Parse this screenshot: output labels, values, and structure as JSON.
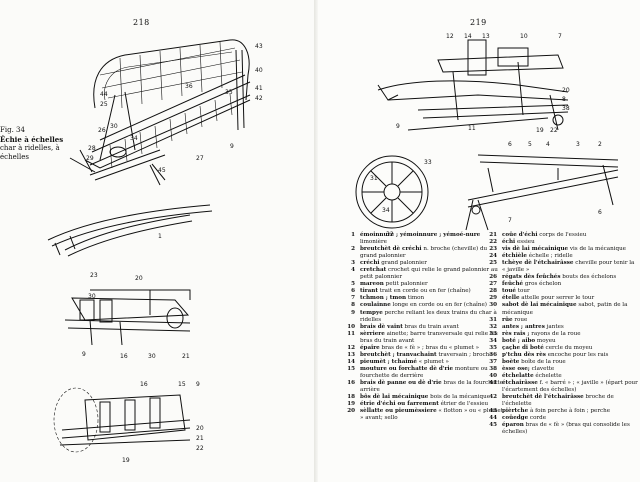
{
  "left_page": {
    "page_number": "218",
    "caption": {
      "fig": "Fig. 34",
      "title": "Échie à échelles",
      "subtitle": "char à ridelles, à échelles"
    },
    "fig_a_labels": [
      "43",
      "44",
      "40",
      "41",
      "36",
      "25",
      "42",
      "26",
      "27",
      "28",
      "29",
      "45",
      "9",
      "35",
      "34",
      "30"
    ],
    "fig_b_label": "1",
    "fig_c_labels": [
      "23",
      "20",
      "30",
      "9",
      "16",
      "30",
      "21"
    ],
    "fig_d_labels": [
      "16",
      "15",
      "9",
      "20",
      "21",
      "22",
      "19"
    ]
  },
  "right_page": {
    "page_number": "219",
    "fig_a_labels": [
      "12",
      "14",
      "13",
      "10",
      "7",
      "20",
      "19",
      "22",
      "38",
      "8",
      "9",
      "11"
    ],
    "wheel_labels": [
      "33",
      "31",
      "34",
      "32"
    ],
    "fig_c_labels": [
      "6",
      "5",
      "4",
      "3",
      "2",
      "7",
      "6"
    ],
    "glossary_col1": [
      {
        "n": "1",
        "head": "émoinnure ; yémoinnure ; yémoé-nure",
        "rest": " limonière"
      },
      {
        "n": "2",
        "head": "breutchèt dè créchi",
        "rest": " n. broche (cheville) du grand palonnier"
      },
      {
        "n": "3",
        "head": "créchi",
        "rest": " grand palonnier"
      },
      {
        "n": "4",
        "head": "cretchat",
        "rest": " crochet qui relie le grand palonnier au petit palonnier"
      },
      {
        "n": "5",
        "head": "mareon",
        "rest": " petit palonnier"
      },
      {
        "n": "6",
        "head": "tirant",
        "rest": " trait en corde ou en fer (chaîne)"
      },
      {
        "n": "7",
        "head": "tchmon ; tmon",
        "rest": " timon"
      },
      {
        "n": "8",
        "head": "coulainne",
        "rest": " longe en corde ou en fer (chaîne)"
      },
      {
        "n": "9",
        "head": "tempye",
        "rest": " perche reliant les deux trains du char à ridelles"
      },
      {
        "n": "10",
        "head": "brais dè vaint",
        "rest": " bras du train avant"
      },
      {
        "n": "11",
        "head": "sèrriere",
        "rest": " ainette; barre transversale qui relie les bras du train avant"
      },
      {
        "n": "12",
        "head": "épaîre",
        "rest": " bras de « fè » ; bras du « plumet »"
      },
      {
        "n": "13",
        "head": "breutchèt ; tranvachaint",
        "rest": " traversain ; broche"
      },
      {
        "n": "14",
        "head": "pieumèt ; tchaimé",
        "rest": " « plumet »"
      },
      {
        "n": "15",
        "head": "mouture ou forchatte dè d'rie",
        "rest": " monture ou fourchette de derrière"
      },
      {
        "n": "16",
        "head": "brais dè panne ou dè d'rie",
        "rest": " bras de la fourchette arrière"
      },
      {
        "n": "18",
        "head": "bôs dè lai mécainique",
        "rest": " bois de la mécanique"
      },
      {
        "n": "19",
        "head": "étrie d'échi ou farrement",
        "rest": " étrier de l'essieu"
      },
      {
        "n": "20",
        "head": "sèllatte ou pieumèssiere",
        "rest": " « flotton » ou « plumet » avant; sello"
      }
    ],
    "glossary_col2": [
      {
        "n": "21",
        "head": "coûe d'échi",
        "rest": " corps de l'essieu"
      },
      {
        "n": "22",
        "head": "échi",
        "rest": " essieu"
      },
      {
        "n": "23",
        "head": "vis dè lai mécainique",
        "rest": " vis de la mécanique"
      },
      {
        "n": "24",
        "head": "étchièle",
        "rest": " échelle ; ridelle"
      },
      {
        "n": "25",
        "head": "tchèye dè l'étchairâsse",
        "rest": " cheville pour tenir la « javille »"
      },
      {
        "n": "26",
        "head": "régats dès feûchés",
        "rest": " bouts des échelons"
      },
      {
        "n": "27",
        "head": "feûché",
        "rest": " gros échelon"
      },
      {
        "n": "28",
        "head": "toué",
        "rest": " tour"
      },
      {
        "n": "29",
        "head": "ételle",
        "rest": " attelle pour serrer le tour"
      },
      {
        "n": "30",
        "head": "sabot dè lai mécainique",
        "rest": " sabot, patin de la mécanique"
      },
      {
        "n": "31",
        "head": "rûe",
        "rest": " roue"
      },
      {
        "n": "32",
        "head": "antes ; antres",
        "rest": " jantes"
      },
      {
        "n": "33",
        "head": "rès rais ;",
        "rest": " rayons de la roue"
      },
      {
        "n": "34",
        "head": "boté ; aibo",
        "rest": " moyeu"
      },
      {
        "n": "35",
        "head": "çaçhe di boté",
        "rest": " cercle du moyeu"
      },
      {
        "n": "36",
        "head": "p'tchu dès rès",
        "rest": " encoche pour les rais"
      },
      {
        "n": "37",
        "head": "boète",
        "rest": " boîte de la roue"
      },
      {
        "n": "38",
        "head": "èsse ose;",
        "rest": " clavette"
      },
      {
        "n": "40",
        "head": "étchelatte",
        "rest": " échelette"
      },
      {
        "n": "41",
        "head": "étchairâsse",
        "rest": " f. « barré » ; « javille » (épart pour l'écartement des échelles)"
      },
      {
        "n": "42",
        "head": "breutchèt dè l'étchairâsse",
        "rest": " broche de l'échelette"
      },
      {
        "n": "43",
        "head": "pièrtche",
        "rest": " à foin perche à foin ; perche"
      },
      {
        "n": "44",
        "head": "coûedge",
        "rest": " corde"
      },
      {
        "n": "45",
        "head": "éparon",
        "rest": " bras de « fè » (bras qui consolide les échelles)"
      }
    ]
  }
}
